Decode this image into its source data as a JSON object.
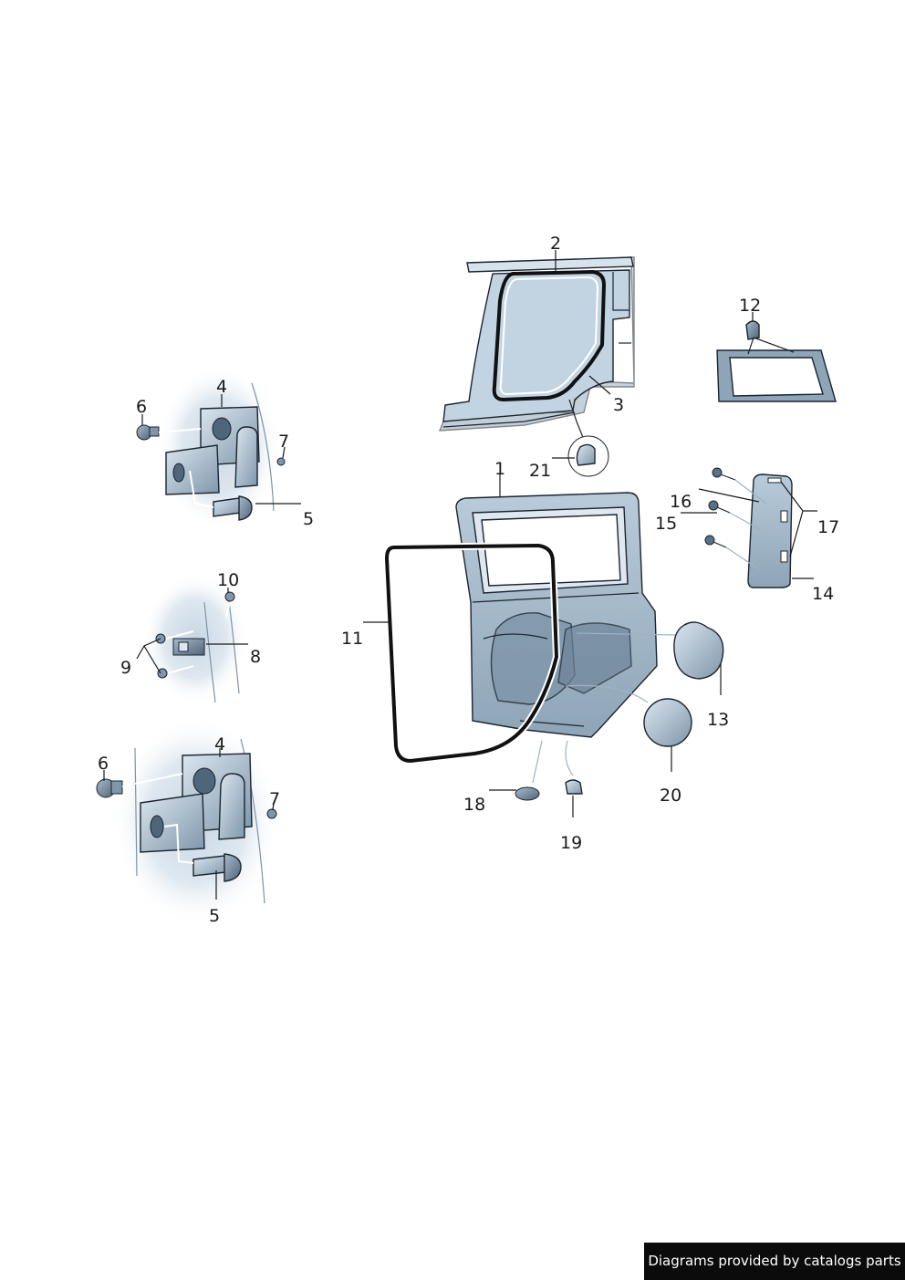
{
  "callouts": {
    "c1": "1",
    "c2": "2",
    "c3": "3",
    "c4a": "4",
    "c5a": "5",
    "c6a": "6",
    "c7a": "7",
    "c8": "8",
    "c9": "9",
    "c10": "10",
    "c11": "11",
    "c12": "12",
    "c13": "13",
    "c14": "14",
    "c15": "15",
    "c16": "16",
    "c17": "17",
    "c18": "18",
    "c19": "19",
    "c20": "20",
    "c21": "21",
    "c4b": "4",
    "c5b": "5",
    "c6b": "6",
    "c7b": "7"
  },
  "footer": {
    "text": "Diagrams provided by catalogs parts"
  }
}
